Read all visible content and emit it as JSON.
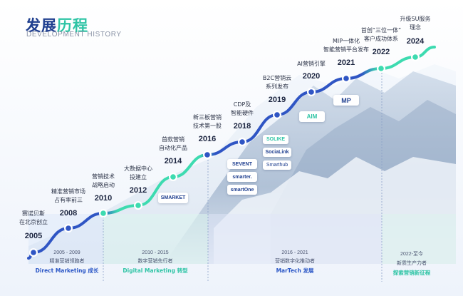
{
  "header": {
    "title_part1": "发展",
    "title_part2": "历程",
    "subtitle": "DEVELOPMENT HISTORY"
  },
  "milestones": [
    {
      "year": "2005",
      "lines": [
        "赛诺贝斯",
        "在北京创立"
      ]
    },
    {
      "year": "2008",
      "lines": [
        "精准营销市场",
        "占有率前三"
      ]
    },
    {
      "year": "2010",
      "lines": [
        "营销技术",
        "战略启动"
      ]
    },
    {
      "year": "2012",
      "lines": [
        "大数据中心",
        "投建立"
      ]
    },
    {
      "year": "2014",
      "lines": [
        "首款营销",
        "自动化产品"
      ]
    },
    {
      "year": "2016",
      "lines": [
        "新三板营销",
        "技术第一股"
      ]
    },
    {
      "year": "2018",
      "lines": [
        "CDP及",
        "智能硬件"
      ]
    },
    {
      "year": "2019",
      "lines": [
        "B2C营销云",
        "系列发布"
      ]
    },
    {
      "year": "2020",
      "lines": [
        "AI营销引擎"
      ]
    },
    {
      "year": "2021",
      "lines": [
        "MIP一体化",
        "智能营销平台发布"
      ]
    },
    {
      "year": "2022",
      "lines": [
        "首创“三位一体”",
        "客户成功体系"
      ]
    },
    {
      "year": "2024",
      "lines": [
        "升级SU服务",
        "理念"
      ]
    }
  ],
  "periods": [
    {
      "range": "2005 - 2009",
      "role": "精准营销领跑者",
      "phase": "Direct Marketing 成长",
      "color": "#2a56c6"
    },
    {
      "range": "2010 - 2015",
      "role": "数字营销先行者",
      "phase": "Digital Marketing 转型",
      "color": "#2ec4a5"
    },
    {
      "range": "2016 - 2021",
      "role": "营销数字化推动者",
      "phase": "MarTech 发展",
      "color": "#2a56c6"
    },
    {
      "range": "2022-至今",
      "role": "新质生产力者",
      "phase": "探索营销新征程",
      "color": "#2ec4a5"
    }
  ],
  "logos": {
    "smarket": "SMARKET",
    "sevent": "SEVENT",
    "smarter": "smarter.",
    "smartone": "smartOne",
    "solike": "SOLIKE",
    "socialink": "SociaLink",
    "smarthub": "Smarthub",
    "aim": "AIM",
    "mip": "MP"
  },
  "colors": {
    "curve_blue": "#2f55c4",
    "curve_green": "#3ddbb0",
    "title_blue": "#1f3f8f",
    "accent_green": "#2ec4a5"
  }
}
